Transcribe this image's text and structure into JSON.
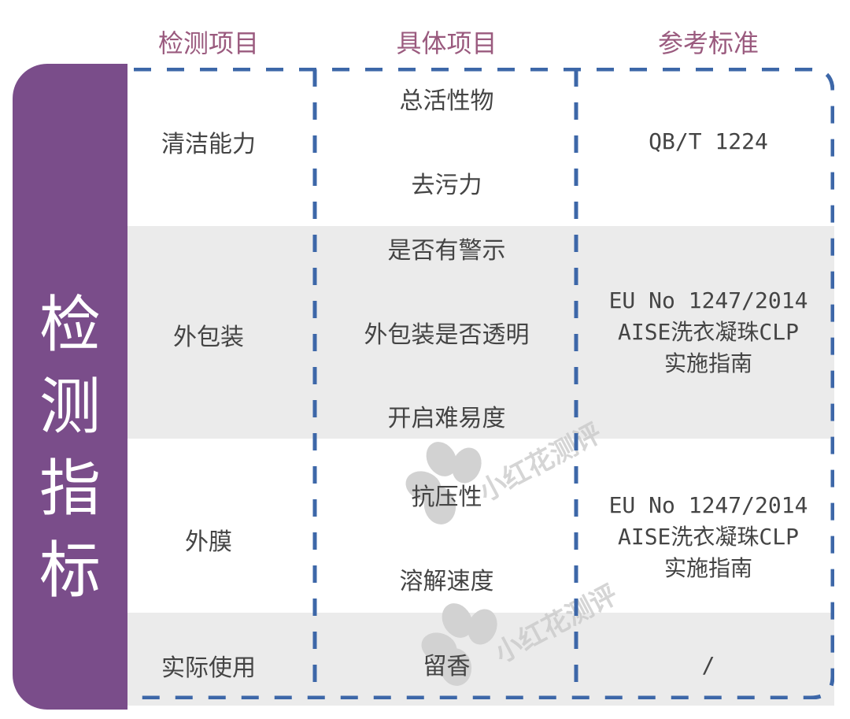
{
  "headers": [
    "检测项目",
    "具体项目",
    "参考标准"
  ],
  "side_label": "检测指标",
  "rows": [
    {
      "category": "清洁能力",
      "items": [
        "总活性物",
        "去污力"
      ],
      "standard": [
        "QB/T 1224"
      ],
      "shaded": false
    },
    {
      "category": "外包装",
      "items": [
        "是否有警示",
        "外包装是否透明",
        "开启难易度"
      ],
      "standard": [
        "EU No 1247/2014",
        "AISE洗衣凝珠CLP",
        "实施指南"
      ],
      "shaded": true
    },
    {
      "category": "外膜",
      "items": [
        "抗压性",
        "溶解速度"
      ],
      "standard": [
        "EU No 1247/2014",
        "AISE洗衣凝珠CLP",
        "实施指南"
      ],
      "shaded": false
    },
    {
      "category": "实际使用",
      "items": [
        "留香"
      ],
      "standard": [
        "/"
      ],
      "shaded": true
    }
  ],
  "watermark": "小红花测评",
  "colors": {
    "header_text": "#9a5a7e",
    "side_bg": "#7a4d8a",
    "dash": "#3d67a8",
    "band": "#ebebeb"
  }
}
